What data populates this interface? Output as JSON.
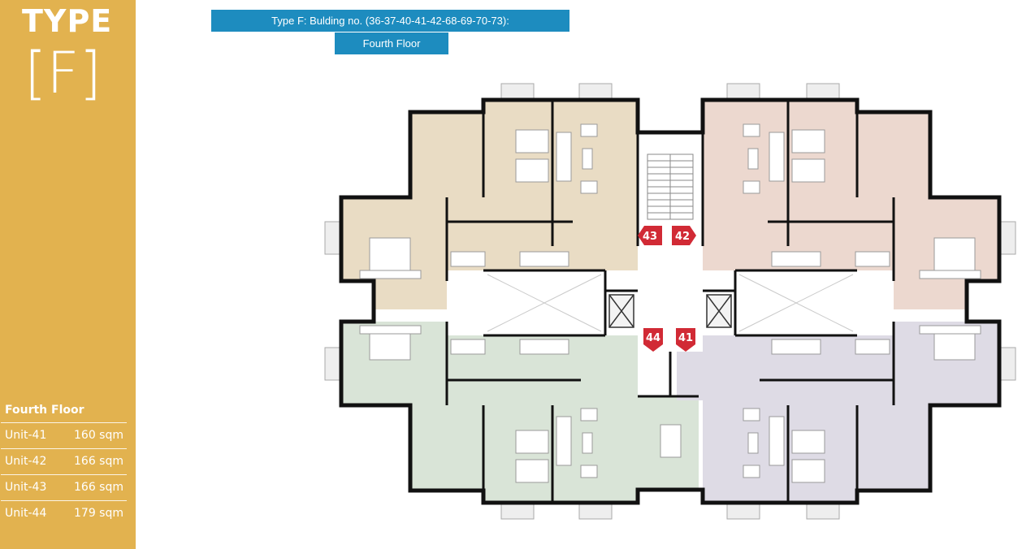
{
  "sidebar": {
    "type_word": "TYPE",
    "type_letter": "[F]",
    "background_color": "#e2b24f"
  },
  "header": {
    "building_title": "Type F: Bulding no. (36-37-40-41-42-68-69-70-73):",
    "floor_label": "Fourth Floor",
    "bar_color": "#1d8cbf"
  },
  "units_table": {
    "title": "Fourth Floor",
    "rows": [
      {
        "unit": "Unit-41",
        "area": "160 sqm"
      },
      {
        "unit": "Unit-42",
        "area": "166 sqm"
      },
      {
        "unit": "Unit-43",
        "area": "166 sqm"
      },
      {
        "unit": "Unit-44",
        "area": "179 sqm"
      }
    ]
  },
  "floor_plan": {
    "markers": [
      "43",
      "42",
      "44",
      "41"
    ],
    "unit_colors": {
      "unit-43": "#e9dcc4",
      "unit-42": "#ecd8cf",
      "unit-44": "#d9e4d7",
      "unit-41": "#dedbe5"
    },
    "marker_color": "#d12a35"
  }
}
